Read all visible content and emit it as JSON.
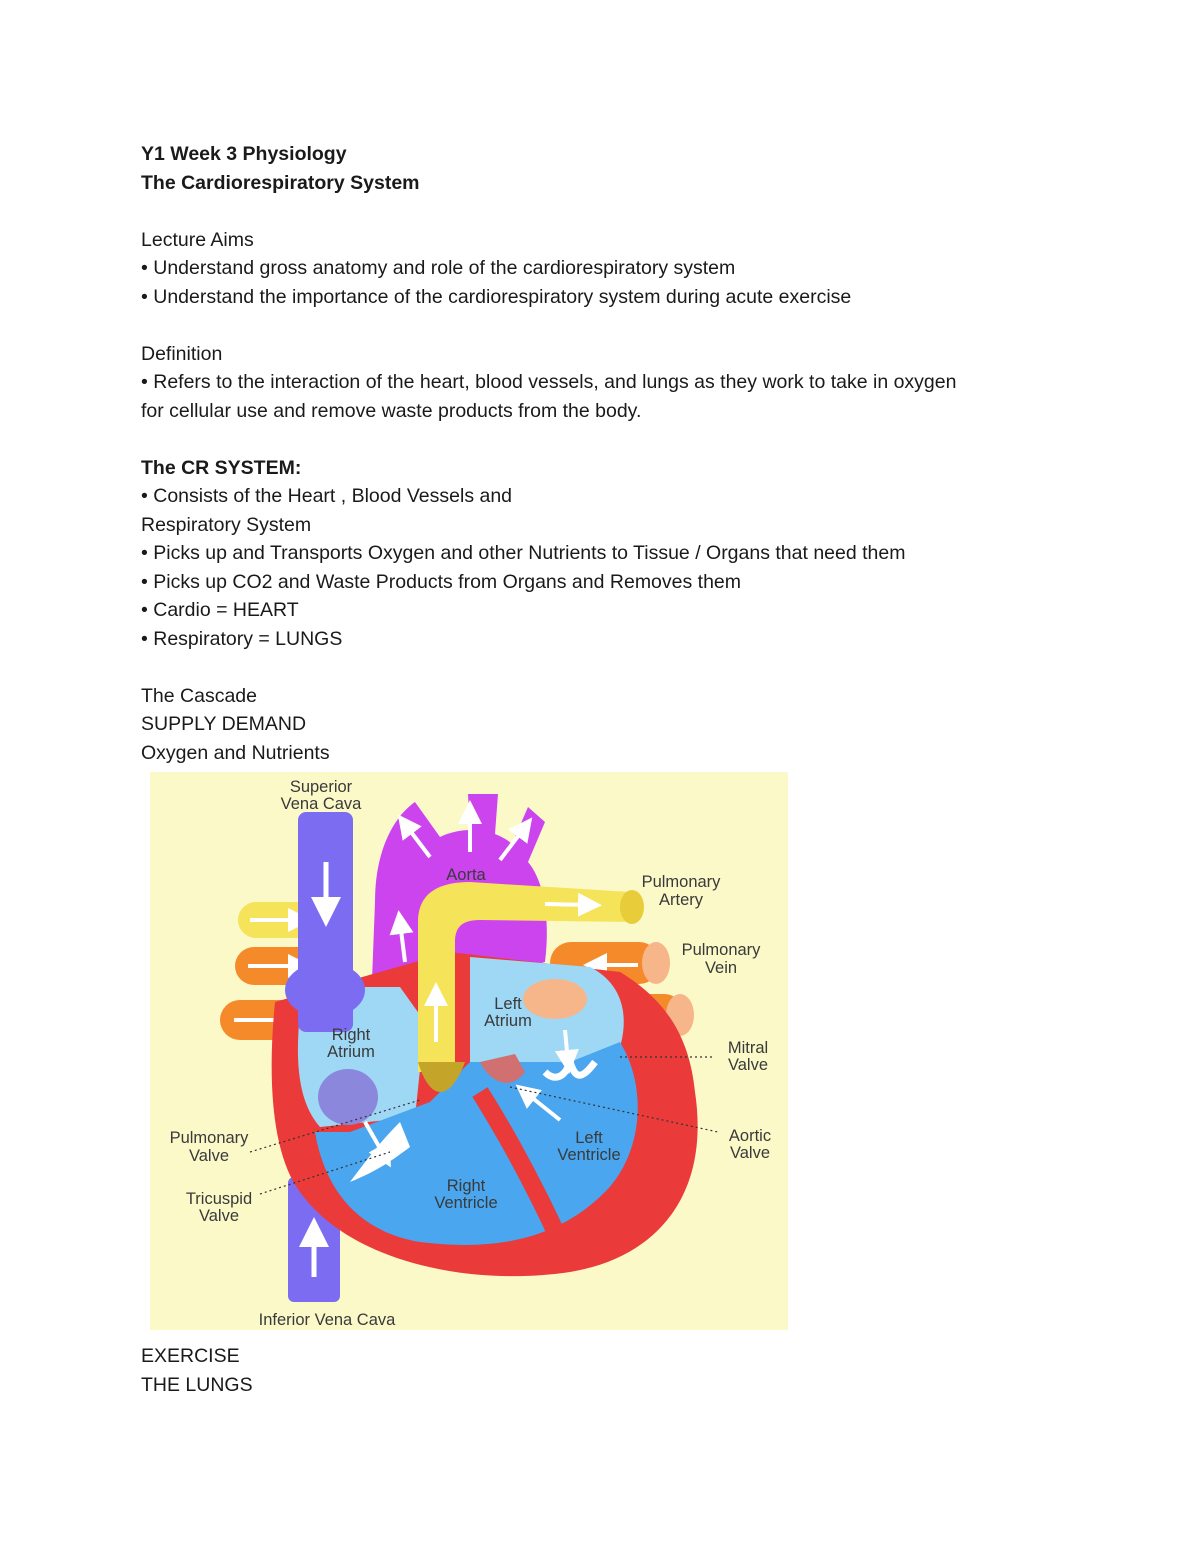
{
  "header": {
    "title": "Y1 Week 3 Physiology",
    "subtitle": "The Cardiorespiratory System"
  },
  "aims": {
    "heading": "Lecture Aims",
    "items": [
      "• Understand gross anatomy and role of the cardiorespiratory system",
      "• Understand the importance of the cardiorespiratory system during acute exercise"
    ]
  },
  "definition": {
    "heading": "Definition",
    "line1": "• Refers to the interaction of the heart, blood vessels, and lungs as they work to take in oxygen",
    "line2": "for cellular use and remove waste products from the body."
  },
  "cr_system": {
    "heading": "The CR SYSTEM:",
    "items": [
      "• Consists of the Heart , Blood Vessels and",
      "Respiratory System",
      "• Picks up and Transports Oxygen and other Nutrients to Tissue / Organs that need them",
      "• Picks up CO2 and Waste Products from Organs and Removes them",
      "• Cardio = HEART",
      "• Respiratory = LUNGS"
    ]
  },
  "cascade": {
    "heading": "The Cascade",
    "line1": "SUPPLY DEMAND",
    "line2": "Oxygen and Nutrients"
  },
  "diagram": {
    "labels": {
      "superior_vena_cava": [
        "Superior",
        "Vena Cava"
      ],
      "aorta": "Aorta",
      "pulmonary_artery": [
        "Pulmonary",
        "Artery"
      ],
      "pulmonary_vein": [
        "Pulmonary",
        "Vein"
      ],
      "left_atrium": [
        "Left",
        "Atrium"
      ],
      "right_atrium": [
        "Right",
        "Atrium"
      ],
      "mitral_valve": [
        "Mitral",
        "Valve"
      ],
      "aortic_valve": [
        "Aortic",
        "Valve"
      ],
      "left_ventricle": [
        "Left",
        "Ventricle"
      ],
      "right_ventricle": [
        "Right",
        "Ventricle"
      ],
      "pulmonary_valve": [
        "Pulmonary",
        "Valve"
      ],
      "tricuspid_valve": [
        "Tricuspid",
        "Valve"
      ],
      "inferior_vena_cava": "Inferior Vena Cava"
    },
    "colors": {
      "background": "#fcf9c8",
      "vena_cava": "#7b6cf2",
      "aorta": "#cc44ee",
      "pulmonary_artery": "#f5e35a",
      "pulmonary_vein": "#f58a2a",
      "heart_wall": "#ea3a3a",
      "right_side": "#9fd8f5",
      "ventricle": "#4aa6ee"
    }
  },
  "footer": {
    "line1": "EXERCISE",
    "line2": "THE LUNGS"
  }
}
